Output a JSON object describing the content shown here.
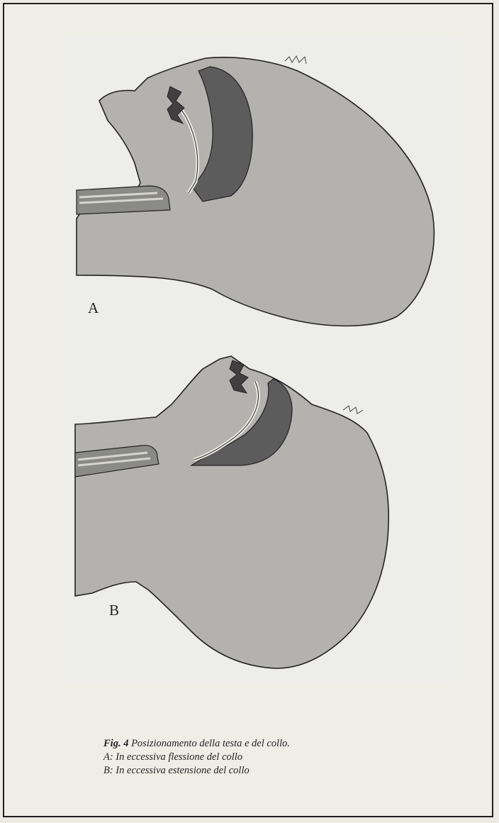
{
  "figure": {
    "panels": [
      {
        "label": "A"
      },
      {
        "label": "B"
      }
    ],
    "colors": {
      "background": "#ecebe3",
      "head_fill": "#b3b2ae",
      "airway_dark": "#5c5c5c",
      "outline": "#222222",
      "tube": "#8a8a86"
    }
  },
  "caption": {
    "fig_number": "Fig. 4",
    "title": "Posizionamento della testa e del collo.",
    "line_a": "A: In eccessiva flessione del collo",
    "line_b": "B: In eccessiva estensione del collo"
  }
}
